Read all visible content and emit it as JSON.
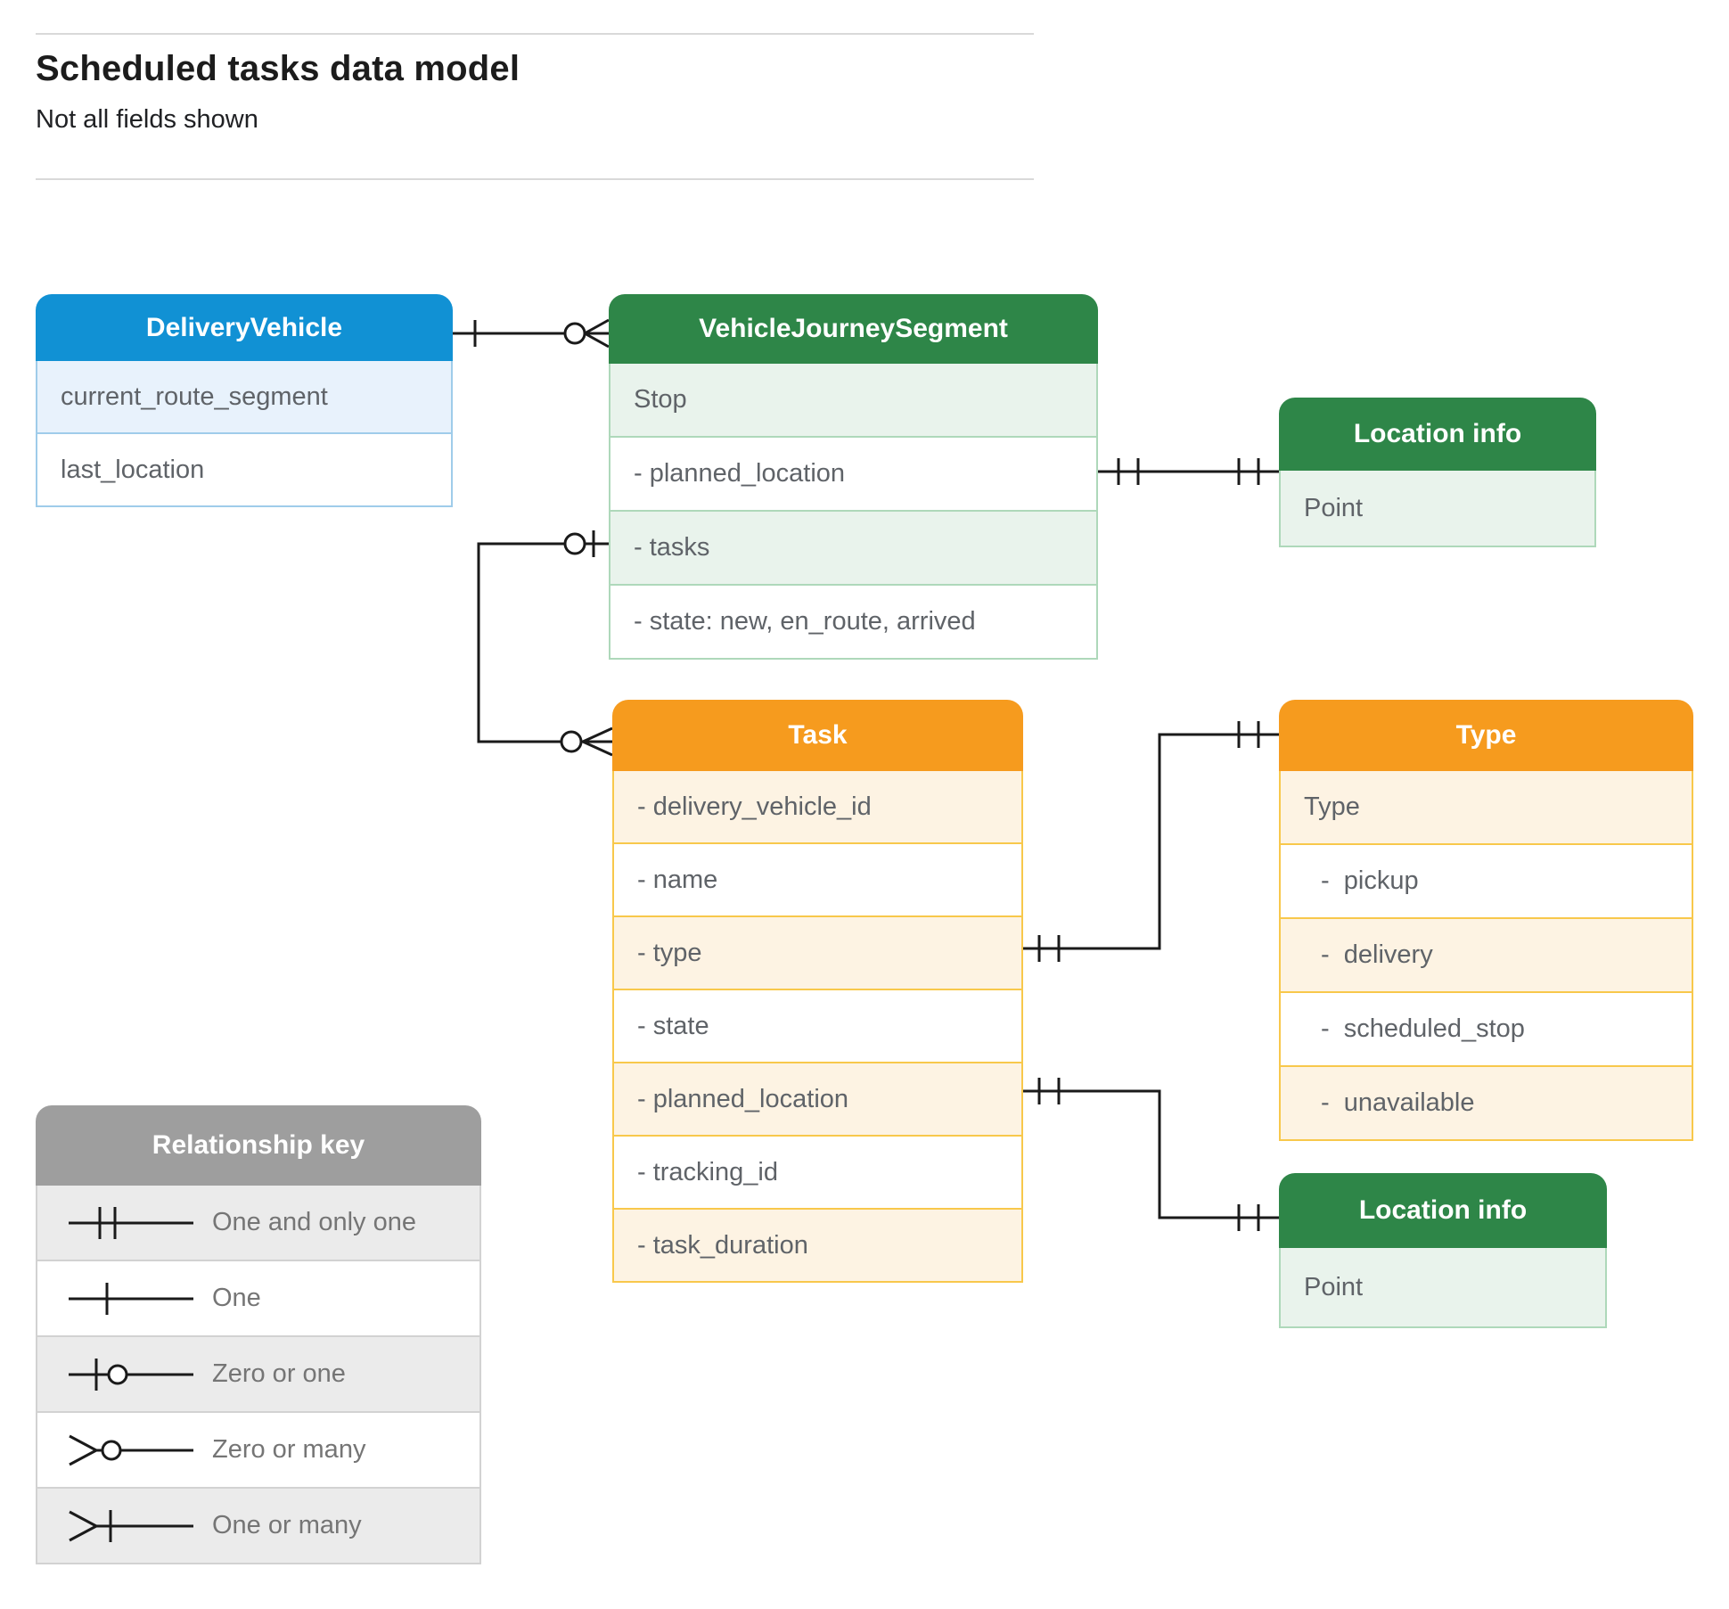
{
  "page": {
    "title": "Scheduled tasks data model",
    "subtitle": "Not all fields shown"
  },
  "entities": {
    "delivery_vehicle": {
      "title": "DeliveryVehicle",
      "rows": [
        "current_route_segment",
        "last_location"
      ]
    },
    "vehicle_journey_segment": {
      "title": "VehicleJourneySegment",
      "rows": [
        "Stop",
        "- planned_location",
        "- tasks",
        "- state: new, en_route, arrived"
      ]
    },
    "location_info_top": {
      "title": "Location info",
      "rows": [
        "Point"
      ]
    },
    "task": {
      "title": "Task",
      "rows": [
        "- delivery_vehicle_id",
        "- name",
        "- type",
        "- state",
        "- planned_location",
        "- tracking_id",
        "- task_duration"
      ]
    },
    "type": {
      "title": "Type",
      "rows": [
        "Type",
        "-  pickup",
        "-  delivery",
        "-  scheduled_stop",
        "-  unavailable"
      ]
    },
    "location_info_bottom": {
      "title": "Location info",
      "rows": [
        "Point"
      ]
    }
  },
  "legend": {
    "title": "Relationship key",
    "items": [
      {
        "symbol": "one-and-only-one",
        "label": "One and only one"
      },
      {
        "symbol": "one",
        "label": "One"
      },
      {
        "symbol": "zero-or-one",
        "label": "Zero or one"
      },
      {
        "symbol": "zero-or-many",
        "label": "Zero or many"
      },
      {
        "symbol": "one-or-many",
        "label": "One or many"
      }
    ]
  },
  "relationships": [
    {
      "from": "DeliveryVehicle",
      "to": "VehicleJourneySegment",
      "from_cardinality": "one",
      "to_cardinality": "zero-or-many"
    },
    {
      "from": "VehicleJourneySegment.planned_location",
      "to": "Location info",
      "from_cardinality": "one-and-only-one",
      "to_cardinality": "one-and-only-one"
    },
    {
      "from": "VehicleJourneySegment.tasks",
      "to": "Task",
      "from_cardinality": "zero-or-one",
      "to_cardinality": "zero-or-many"
    },
    {
      "from": "Task.type",
      "to": "Type",
      "from_cardinality": "one-and-only-one",
      "to_cardinality": "one-and-only-one"
    },
    {
      "from": "Task.planned_location",
      "to": "Location info",
      "from_cardinality": "one-and-only-one",
      "to_cardinality": "one-and-only-one"
    }
  ],
  "colors": {
    "blue_header": "#1191d4",
    "blue_row": "#e8f2fc",
    "green_header": "#2e8648",
    "green_row": "#e9f3ec",
    "orange_header": "#f69b1e",
    "orange_row": "#fdf3e3",
    "gray_header": "#9e9e9e",
    "gray_row": "#ebebeb",
    "row_text": "#5f6368",
    "connector": "#1a1a1a"
  }
}
